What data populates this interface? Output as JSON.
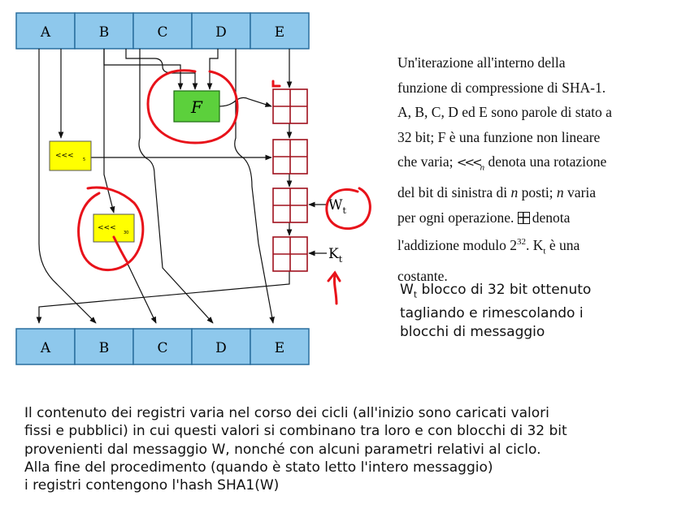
{
  "diagram": {
    "top_registers": [
      "A",
      "B",
      "C",
      "D",
      "E"
    ],
    "bottom_registers": [
      "A",
      "B",
      "C",
      "D",
      "E"
    ],
    "function_box": "F",
    "rotate_box_1": {
      "symbol": "<<<",
      "amount": "5"
    },
    "rotate_box_2": {
      "symbol": "<<<",
      "amount": "30"
    },
    "wt_label": "W",
    "wt_sub": "t",
    "kt_label": "K",
    "kt_sub": "t",
    "colors": {
      "register_fill": "#8ec8ec",
      "register_stroke": "#2a6f9e",
      "function_fill": "#5cd03c",
      "rotate_fill": "#ffff00",
      "adder_stroke": "#a0111d",
      "annotation_red": "#e8121a"
    }
  },
  "caption": {
    "l1": "Un'iterazione all'interno della",
    "l2": "funzione di compressione di SHA-1.",
    "l3": "A, B, C, D ed E sono parole di stato a",
    "l4": "32 bit; F è una funzione non lineare",
    "l5a": "che varia; ",
    "l5sym": "<<<",
    "l5n": "n",
    "l5b": " denota una rotazione",
    "l6a": "del bit di sinistra di ",
    "l6n": "n",
    "l6b": " posti; ",
    "l6n2": "n",
    "l6c": " varia",
    "l7a": "per ogni operazione. ",
    "l7b": "denota",
    "l8a": "l'addizione modulo 2",
    "l8exp": "32",
    "l8b": ". K",
    "l8sub": "t",
    "l8c": " è una",
    "l9": "costante."
  },
  "wt_note": {
    "l1_w": "W",
    "l1_sub": "t",
    "l1_rest": " blocco di 32 bit ottenuto",
    "l2": "tagliando e rimescolando i",
    "l3": "blocchi di messaggio"
  },
  "main_note": {
    "l1": "Il contenuto dei registri varia nel corso dei cicli (all'inizio sono caricati valori",
    "l2": "fissi e pubblici) in cui questi valori si combinano tra loro e con blocchi di 32 bit",
    "l3": "provenienti dal messaggio W, nonché con alcuni parametri relativi al ciclo.",
    "l4": "Alla fine del procedimento (quando è stato letto l'intero messaggio)",
    "l5": "i registri contengono l'hash SHA1(W)"
  }
}
